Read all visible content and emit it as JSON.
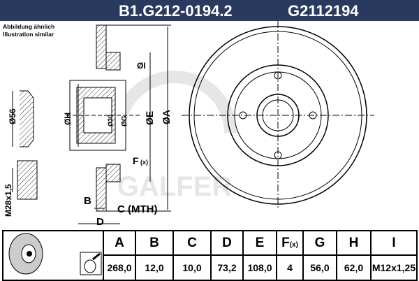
{
  "header": {
    "part_number": "B1.G212-0194.2",
    "code": "G2112194"
  },
  "note": {
    "line1": "Abbildung ähnlich",
    "line2": "Illustration similar"
  },
  "drawing": {
    "labels": {
      "I": "ØI",
      "H": "ØH",
      "d30": "Ø30",
      "G": "ØG",
      "E": "ØE",
      "A": "ØA",
      "F": "F",
      "Fx": "(x)",
      "B": "B",
      "C": "C (MTH)",
      "D": "D",
      "d56": "Ø56",
      "thread": "M28x1,5"
    },
    "watermark": "GALFER"
  },
  "table": {
    "columns": [
      {
        "key": "A",
        "value": "268,0"
      },
      {
        "key": "B",
        "value": "12,0"
      },
      {
        "key": "C",
        "value": "10,0"
      },
      {
        "key": "D",
        "value": "73,2"
      },
      {
        "key": "E",
        "value": "108,0"
      },
      {
        "key": "F",
        "suffix": "(x)",
        "value": "4"
      },
      {
        "key": "G",
        "value": "56,0"
      },
      {
        "key": "H",
        "value": "62,0"
      },
      {
        "key": "I",
        "value": "M12x1,25"
      }
    ]
  }
}
